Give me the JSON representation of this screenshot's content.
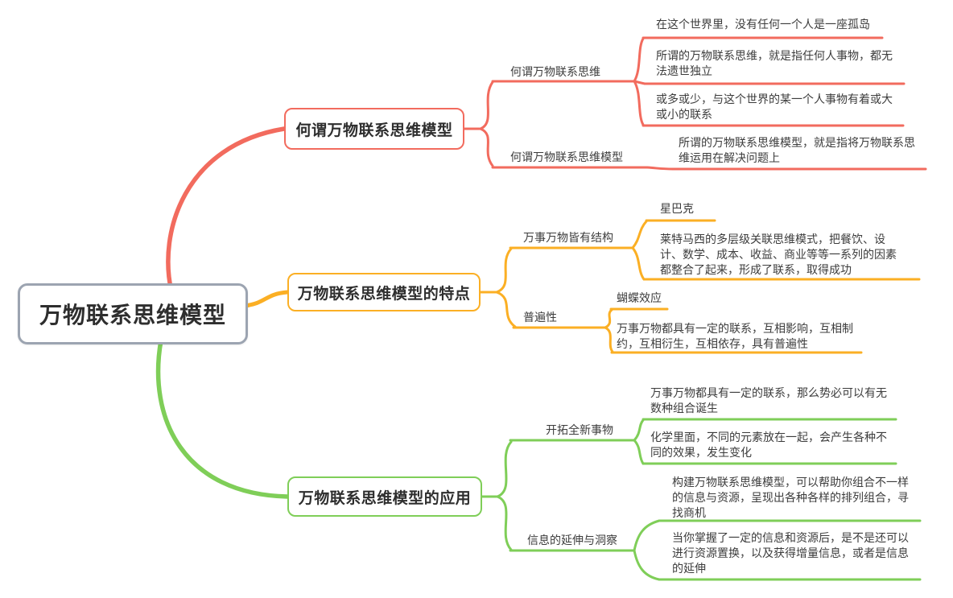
{
  "colors": {
    "branch_red": "#F26B5E",
    "branch_yellow": "#FBAF24",
    "branch_green": "#7FCE58",
    "root_border": "#9CA4B1",
    "topic_text": "#2E2E2E",
    "leaf_text": "#3C3C3C",
    "background": "#FFFFFF"
  },
  "root": {
    "label": "万物联系思维模型"
  },
  "branches": [
    {
      "label": "何谓万物联系思维模型",
      "subtopics": [
        {
          "label": "何谓万物联系思维",
          "leaves": [
            "在这个世界里，没有任何一个人是一座孤岛",
            "所谓的万物联系思维，就是指任何人事物，都无\n法遗世独立",
            "或多或少，与这个世界的某一个人事物有着或大\n或小的联系"
          ]
        },
        {
          "label": "何谓万物联系思维模型",
          "leaves": [
            "所谓的万物联系思维模型，就是指将万物联系思\n维运用在解决问题上"
          ]
        }
      ]
    },
    {
      "label": "万物联系思维模型的特点",
      "subtopics": [
        {
          "label": "万事万物皆有结构",
          "leaves": [
            "星巴克",
            "莱特马西的多层级关联思维模式，把餐饮、设\n计、数学、成本、收益、商业等等一系列的因素\n都整合了起来，形成了联系，取得成功"
          ]
        },
        {
          "label": "普遍性",
          "leaves": [
            "蝴蝶效应",
            "万事万物都具有一定的联系，互相影响，互相制\n约，互相衍生，互相依存，具有普遍性"
          ]
        }
      ]
    },
    {
      "label": "万物联系思维模型的应用",
      "subtopics": [
        {
          "label": "开拓全新事物",
          "leaves": [
            "万事万物都具有一定的联系，那么势必可以有无\n数种组合诞生",
            "化学里面，不同的元素放在一起，会产生各种不\n同的效果，发生变化"
          ]
        },
        {
          "label": "信息的延伸与洞察",
          "leaves": [
            "构建万物联系思维模型，可以帮助你组合不一样\n的信息与资源，呈现出各种各样的排列组合，寻\n找商机",
            "当你掌握了一定的信息和资源后，是不是还可以\n进行资源置换，以及获得增量信息，或者是信息\n的延伸"
          ]
        }
      ]
    }
  ]
}
